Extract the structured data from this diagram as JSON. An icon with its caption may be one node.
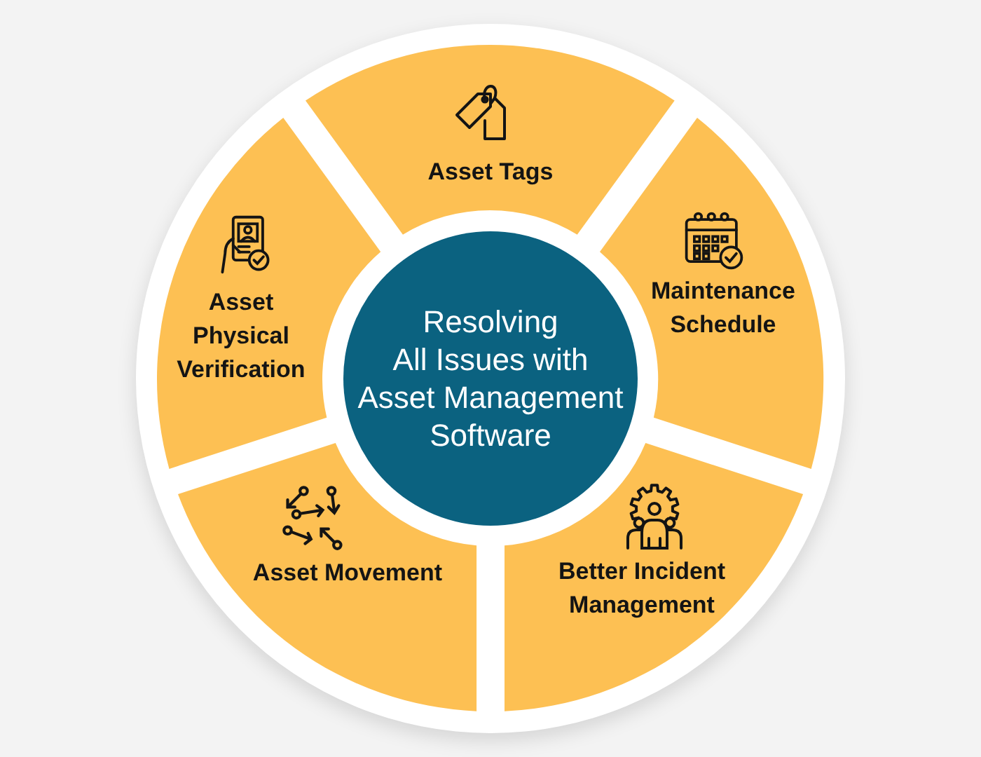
{
  "diagram": {
    "nodes": [
      {
        "text": [
          "Asset Tags"
        ]
      },
      {
        "text": [
          "Asset Physical Verification"
        ]
      },
      {
        "text": [
          "Maintenance Schedule"
        ]
      },
      {
        "text": [
          "Resolving All Issues with Asset Management Software"
        ]
      },
      {
        "text": [
          "Asset Movement"
        ]
      },
      {
        "text": [
          "Better Incident Management"
        ]
      }
    ]
  }
}
